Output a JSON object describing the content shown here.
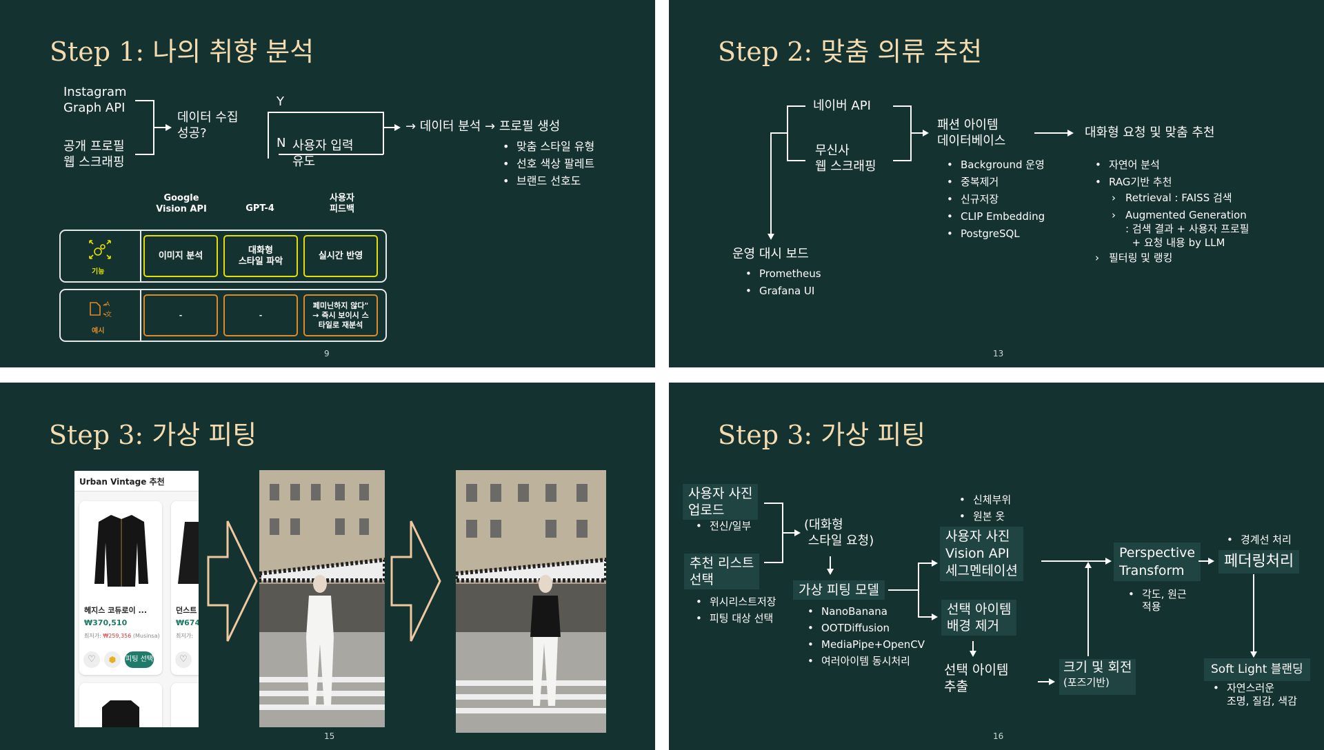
{
  "colors": {
    "background": "#143330",
    "title": "#f5dcb0",
    "feature_border": "#e6e000",
    "example_border": "#e08a2a",
    "price": "#1d7a64",
    "accent_button": "#1f7a6a"
  },
  "slide1": {
    "title": "Step 1: 나의 취향 분석",
    "source1": "Instagram\nGraph API",
    "source2": "공개 프로필\n웹 스크래핑",
    "decision": "데이터 수집\n성공?",
    "yes": "Y",
    "no": "N",
    "fallback": "사용자 입력\n유도",
    "result": "→ 데이터 분석 → 프로필 생성",
    "bullets": [
      "맞춤 스타일 유형",
      "선호 색상 팔레트",
      "브랜드 선호도"
    ],
    "columns": [
      "Google\nVision API",
      "GPT-4",
      "사용자\n피드백"
    ],
    "row1_label": "기능",
    "row1_icon": "expand-arrows-icon",
    "row1": [
      "이미지 분석",
      "대화형\n스타일 파악",
      "실시간 반영"
    ],
    "row2_label": "예시",
    "row2_icon": "translate-icon",
    "row2": [
      "-",
      "-",
      "페미닌하지 않다\"\n→ 즉시 보이시 스\n타일로 재분석"
    ],
    "page": "9"
  },
  "slide2": {
    "title": "Step 2: 맞춤 의류 추천",
    "source1": "네이버 API",
    "source2": "무신사\n웹 스크래핑",
    "db": "패션 아이템\n데이터베이스",
    "db_bullets": [
      "Background 운영",
      "중복제거",
      "신규저장",
      "CLIP Embedding",
      "PostgreSQL"
    ],
    "reco": "대화형 요청 및 맞춤 추천",
    "reco_bullets": [
      "자연어 분석",
      "RAG기반 추천"
    ],
    "reco_sub": [
      "Retrieval : FAISS 검색",
      "Augmented Generation\n: 검색 결과 + 사용자 프로필\n  + 요청 내용 by LLM"
    ],
    "reco_last": "필터링 및 랭킹",
    "dashboard": "운영 대시 보드",
    "dashboard_bullets": [
      "Prometheus",
      "Grafana UI"
    ],
    "page": "13"
  },
  "slide3": {
    "title": "Step 3: 가상 피팅",
    "app": {
      "header": "Urban Vintage 추천",
      "items": [
        {
          "name": "헤지스 코듀로이 ...",
          "price": "₩370,510",
          "lowest_label": "최저가:",
          "lowest": "₩259,356",
          "store": "(Musinsa)"
        },
        {
          "name": "던스트",
          "price": "₩674,",
          "lowest_label": "최저가:"
        }
      ],
      "fit_button": "피팅 선택"
    },
    "page": "15"
  },
  "slide4": {
    "title": "Step 3: 가상 피팅",
    "upload": "사용자 사진\n업로드",
    "upload_bullets": [
      "전신/일부"
    ],
    "list": "추천 리스트\n선택",
    "list_bullets": [
      "위시리스트저장",
      "피팅 대상 선택"
    ],
    "request": "(대화형\n 스타일 요청)",
    "model": "가상 피팅 모델",
    "model_bullets": [
      "NanoBanana",
      "OOTDiffusion",
      "MediaPipe+OpenCV",
      "여러아이템 동시처리"
    ],
    "seg_bullets": [
      "신체부위",
      "원본 옷"
    ],
    "seg": "사용자 사진\nVision API\n세그멘테이션",
    "bg": "선택 아이템\n배경 제거",
    "extract": "선택 아이템\n추출",
    "resize": "크기 및 회전",
    "resize_sub": "(포즈기반)",
    "persp": "Perspective\nTransform",
    "persp_bullets": [
      "각도, 원근\n적용"
    ],
    "feather_bullets": [
      "경계선 처리"
    ],
    "feather": "페더링처리",
    "blend": "Soft Light 블랜딩",
    "blend_bullets": [
      "자연스러운\n조명, 질감, 색감"
    ],
    "page": "16"
  }
}
